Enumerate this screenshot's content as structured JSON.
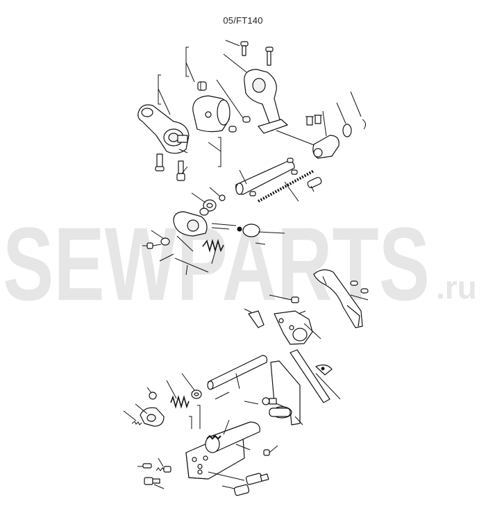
{
  "diagram": {
    "title": "05/FT140",
    "watermark": {
      "brand": "SEWPARTS",
      "suffix": ".ru",
      "color": "#e6e6e6"
    },
    "line_color": "#111111",
    "background": "#ffffff"
  }
}
